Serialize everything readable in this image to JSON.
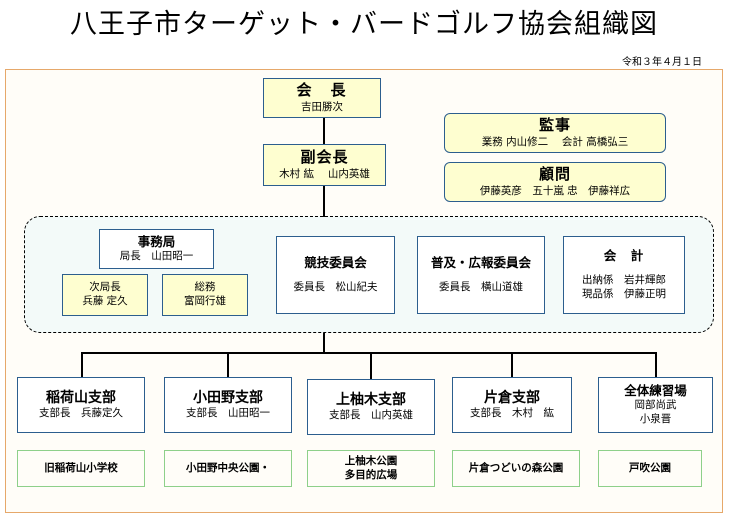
{
  "title": "八王子市ターゲット・バードゴルフ協会組織図",
  "date": "令和３年４月１日",
  "president": {
    "title": "会　長",
    "name": "吉田勝次"
  },
  "vice_president": {
    "title": "副会長",
    "names": "木村 紘　 山内英雄"
  },
  "auditor": {
    "title": "監事",
    "names": "業務 内山修二　 会計 高橋弘三"
  },
  "advisor": {
    "title": "顧問",
    "names": "伊藤英彦　五十嵐 忠　伊藤祥広"
  },
  "secretariat": {
    "title": "事務局",
    "head": "局長　山田昭一",
    "deputy": {
      "title": "次局長",
      "name": "兵藤 定久"
    },
    "general": {
      "title": "総務",
      "name": "富岡行雄"
    }
  },
  "committees": [
    {
      "title": "競技委員会",
      "member": "委員長　松山紀夫"
    },
    {
      "title": "普及・広報委員会",
      "member": "委員長　横山道雄"
    }
  ],
  "accounting": {
    "title": "会　計",
    "lines": [
      "出納係　岩井輝郎",
      "現品係　伊藤正明"
    ]
  },
  "branches": [
    {
      "title": "稲荷山支部",
      "lines": [
        "支部長　兵藤定久"
      ],
      "venue": [
        "旧稲荷山小学校"
      ]
    },
    {
      "title": "小田野支部",
      "lines": [
        "支部長　山田昭一"
      ],
      "venue": [
        "小田野中央公園・"
      ]
    },
    {
      "title": "上柚木支部",
      "lines": [
        "支部長　山内英雄"
      ],
      "venue": [
        "上柚木公園",
        "多目的広場"
      ]
    },
    {
      "title": "片倉支部",
      "lines": [
        "支部長　木村　紘"
      ],
      "venue": [
        "片倉つどいの森公園"
      ]
    },
    {
      "title": "全体練習場",
      "lines": [
        "岡部尚武",
        "小泉晋"
      ],
      "venue": [
        "戸吹公園"
      ]
    }
  ]
}
